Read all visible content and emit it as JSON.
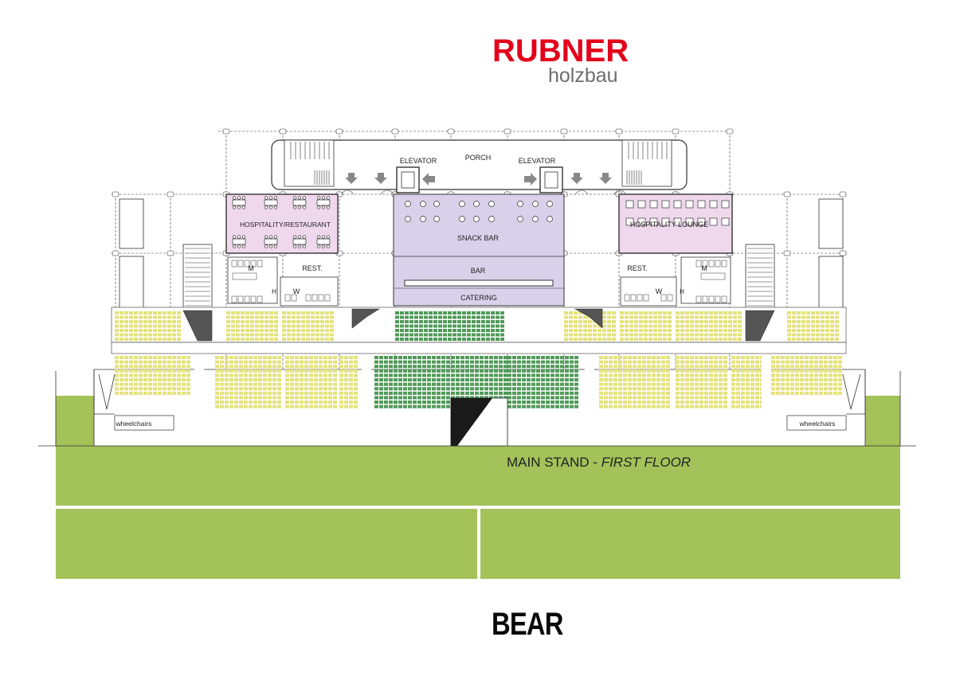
{
  "logo": {
    "name": "RUBNER",
    "sub": "holzbau"
  },
  "labels": {
    "elevator_left": "ELEVATOR",
    "porch": "PORCH",
    "elevator_right": "ELEVATOR",
    "hospitality_restaurant": "HOSPITALITY/RESTAURANT",
    "snack_bar": "SNACK BAR",
    "hospitality_lounge": "HOSPITALITY LOUNGE",
    "rest_left": "REST.",
    "rest_right": "REST.",
    "bar": "BAR",
    "catering": "CATERING",
    "m": "M",
    "w": "W",
    "h": "H",
    "wheelchairs_left": "wheelchairs",
    "wheelchairs_right": "wheelchairs"
  },
  "caption": {
    "main": "MAIN STAND",
    "separator": " - ",
    "floor": "FIRST FLOOR"
  },
  "footer": {
    "brand": "BEAR"
  },
  "colors": {
    "brand_red": "#e3001b",
    "brand_gray": "#6d6d6d",
    "field": "#a3c25a",
    "seat_yellow": "#e4e27c",
    "seat_green": "#4f9a58",
    "hospitality": "#efd8ec",
    "snack_bar": "#d9d0ea"
  }
}
